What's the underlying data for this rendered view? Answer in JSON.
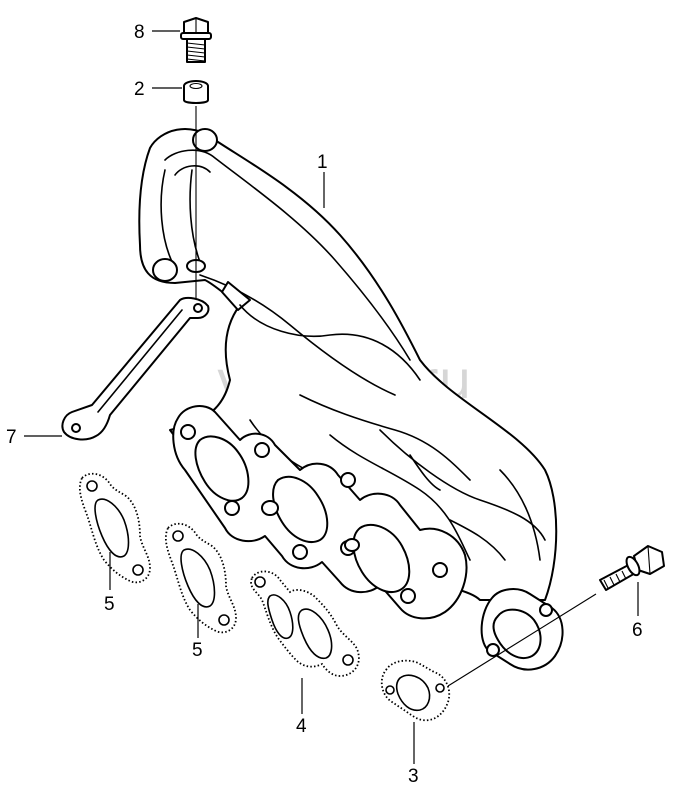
{
  "diagram": {
    "watermark": "vagtec.ru",
    "callouts": [
      "8",
      "2",
      "1",
      "7",
      "5",
      "5",
      "4",
      "3",
      "6"
    ]
  }
}
